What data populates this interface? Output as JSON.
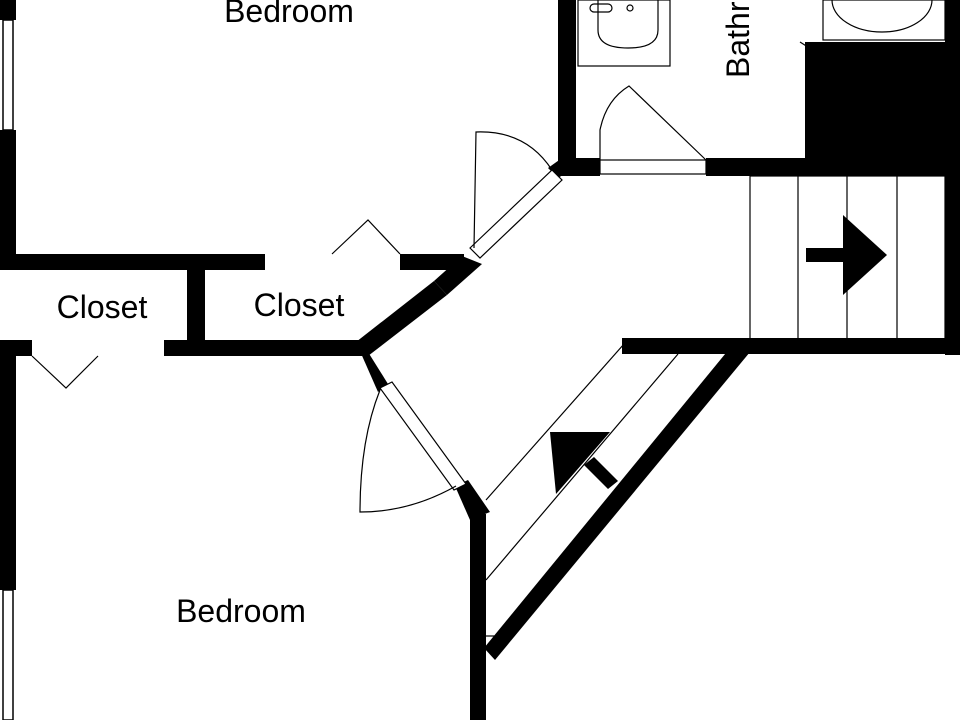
{
  "rooms": {
    "bedroom_top": "Bedroom",
    "bedroom_bottom": "Bedroom",
    "closet_left": "Closet",
    "closet_right": "Closet",
    "bathroom_partial": "Bathr"
  }
}
